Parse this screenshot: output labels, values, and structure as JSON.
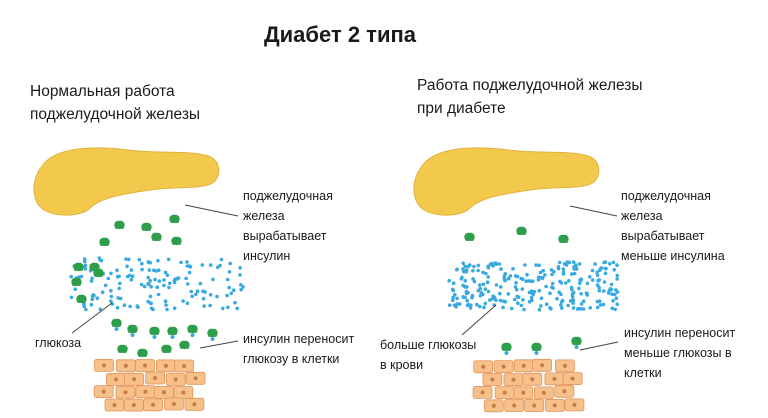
{
  "title": "Диабет 2 типа",
  "left": {
    "heading": [
      "Нормальная работа",
      "поджелудочной железы"
    ],
    "label_pancreas": [
      "поджелудочная",
      "железа",
      "вырабатывает",
      "инсулин"
    ],
    "label_glucose": "глюкоза",
    "label_transport": [
      "инсулин переносит",
      "глюкозу в клетки"
    ]
  },
  "right": {
    "heading": [
      "Работа поджелудочной железы",
      "при диабете"
    ],
    "label_pancreas": [
      "поджелудочная",
      "железа",
      "вырабатывает",
      "меньше инсулина"
    ],
    "label_glucose": [
      "больше глюкозы",
      "в крови"
    ],
    "label_transport": [
      "инсулин переносит",
      "меньше глюкозы в",
      "клетки"
    ]
  },
  "colors": {
    "pancreas": "#f2c94c",
    "pancreas_edge": "#e0b23a",
    "insulin": "#2e9e4a",
    "glucose": "#3aa9e0",
    "cell_fill": "#f6c08a",
    "cell_edge": "#e2935a",
    "nucleus": "#c97a45"
  }
}
